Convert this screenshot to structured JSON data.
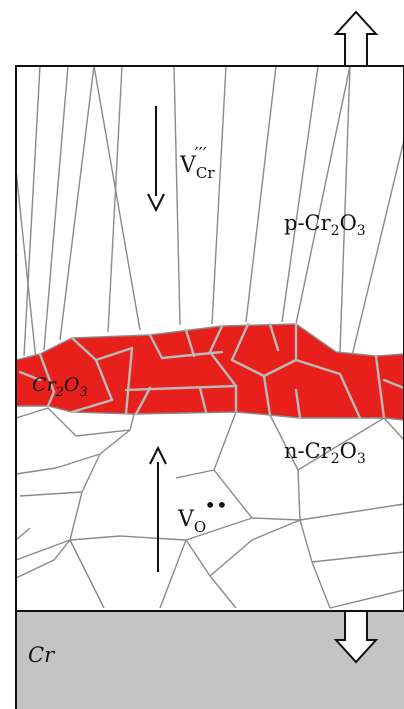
{
  "labels": {
    "vacancy_cr_main": "V",
    "vacancy_cr_sub": "Cr",
    "vacancy_cr_charge": "′′′",
    "p_oxide_prefix": "p-Cr",
    "p_oxide_sub1": "2",
    "p_oxide_mid": "O",
    "p_oxide_sub2": "3",
    "red_band_main": "Cr",
    "red_band_sub1": "2",
    "red_band_mid": "O",
    "red_band_sub2": "3",
    "n_oxide_prefix": "n-Cr",
    "n_oxide_sub1": "2",
    "n_oxide_mid": "O",
    "n_oxide_sub2": "3",
    "vacancy_o_main": "V",
    "vacancy_o_sub": "O",
    "vacancy_o_charge": "••",
    "substrate": "Cr"
  },
  "colors": {
    "red_band": "#e8201c",
    "substrate": "#c4c4c4",
    "grain_boundary": "#8a8a8a",
    "outline": "#111111"
  },
  "icons": {
    "arrow_up_outline": "hollow-arrow-up-icon",
    "arrow_down_outline": "hollow-arrow-down-icon",
    "arrow_down_cation": "arrow-down-icon",
    "arrow_up_oxygen": "arrow-up-icon"
  }
}
